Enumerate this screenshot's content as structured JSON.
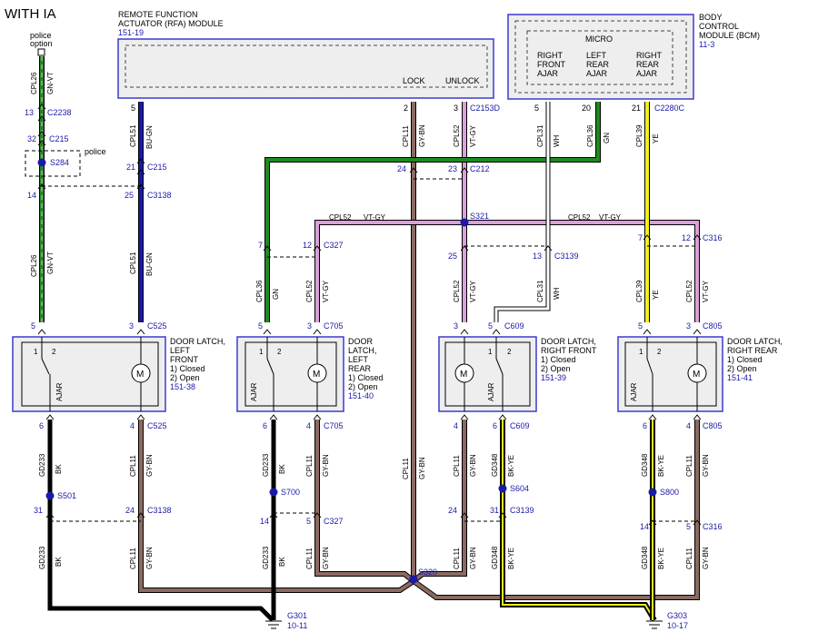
{
  "header": "WITH IA",
  "modules": {
    "rfa": {
      "name": "REMOTE FUNCTION",
      "name2": "ACTUATOR (RFA) MODULE",
      "page": "151-19",
      "lock": "LOCK",
      "unlock": "UNLOCK"
    },
    "bcm": {
      "name": "BODY",
      "name2": "CONTROL",
      "name3": "MODULE (BCM)",
      "page": "11-3",
      "micro": "MICRO",
      "rf": [
        "RIGHT",
        "FRONT",
        "AJAR"
      ],
      "lr": [
        "LEFT",
        "REAR",
        "AJAR"
      ],
      "rr": [
        "RIGHT",
        "REAR",
        "AJAR"
      ]
    },
    "police_option": [
      "police",
      "option"
    ],
    "police": "police"
  },
  "latches": {
    "lf": {
      "title": [
        "DOOR LATCH,",
        "LEFT",
        "FRONT"
      ],
      "states": [
        "1) Closed",
        "2) Open"
      ],
      "page": "151-38"
    },
    "lr": {
      "title": [
        "DOOR",
        "LATCH,",
        "LEFT",
        "REAR"
      ],
      "states": [
        "1) Closed",
        "2) Open"
      ],
      "page": "151-40"
    },
    "rf": {
      "title": [
        "DOOR LATCH,",
        "RIGHT FRONT"
      ],
      "states": [
        "1) Closed",
        "2) Open"
      ],
      "page": "151-39"
    },
    "rr": {
      "title": [
        "DOOR LATCH,",
        "RIGHT REAR"
      ],
      "states": [
        "1) Closed",
        "2) Open"
      ],
      "page": "151-41"
    }
  },
  "switch": {
    "ajar": "AJAR",
    "motor": "M",
    "pos1": "1",
    "pos2": "2"
  },
  "connectors": {
    "c2238": "C2238",
    "c215": "C215",
    "c3138": "C3138",
    "c2153d": "C2153D",
    "c212": "C212",
    "c2280c": "C2280C",
    "c327": "C327",
    "c3139": "C3139",
    "c316": "C316",
    "c525": "C525",
    "c705": "C705",
    "c609": "C609",
    "c805": "C805"
  },
  "splices": {
    "s284": "S284",
    "s321": "S321",
    "s501": "S501",
    "s700": "S700",
    "s604": "S604",
    "s800": "S800",
    "s320": "S320"
  },
  "grounds": {
    "g301": "G301",
    "g301_page": "10-11",
    "g303": "G303",
    "g303_page": "10-17"
  },
  "circuits": {
    "cpl26": "CPL26",
    "gnvt": "GN-VT",
    "cpl51": "CPL51",
    "bugn": "BU-GN",
    "cpl11": "CPL11",
    "gybn": "GY-BN",
    "cpl52": "CPL52",
    "vtgy": "VT-GY",
    "cpl31": "CPL31",
    "wh": "WH",
    "cpl36": "CPL36",
    "gn": "GN",
    "cpl39": "CPL39",
    "ye": "YE",
    "gd233": "GD233",
    "bk": "BK",
    "gd348": "GD348",
    "bkye": "BK-YE"
  },
  "pins": {
    "p5": "5",
    "p2": "2",
    "p3": "3",
    "p20": "20",
    "p21": "21",
    "p13": "13",
    "p32": "32",
    "p21b": "21",
    "p14": "14",
    "p25": "25",
    "p24": "24",
    "p23": "23",
    "p7": "7",
    "p12": "12",
    "p4": "4",
    "p6": "6",
    "p31": "31"
  },
  "colors": {
    "green": "#1f8a1f",
    "blue": "#1a1aa8",
    "violet": "#d9a0d9",
    "brown": "#8a6a62",
    "yellow": "#f2ef1a",
    "module_border": "#3a3ad0",
    "module_fill": "#eeeeee"
  }
}
